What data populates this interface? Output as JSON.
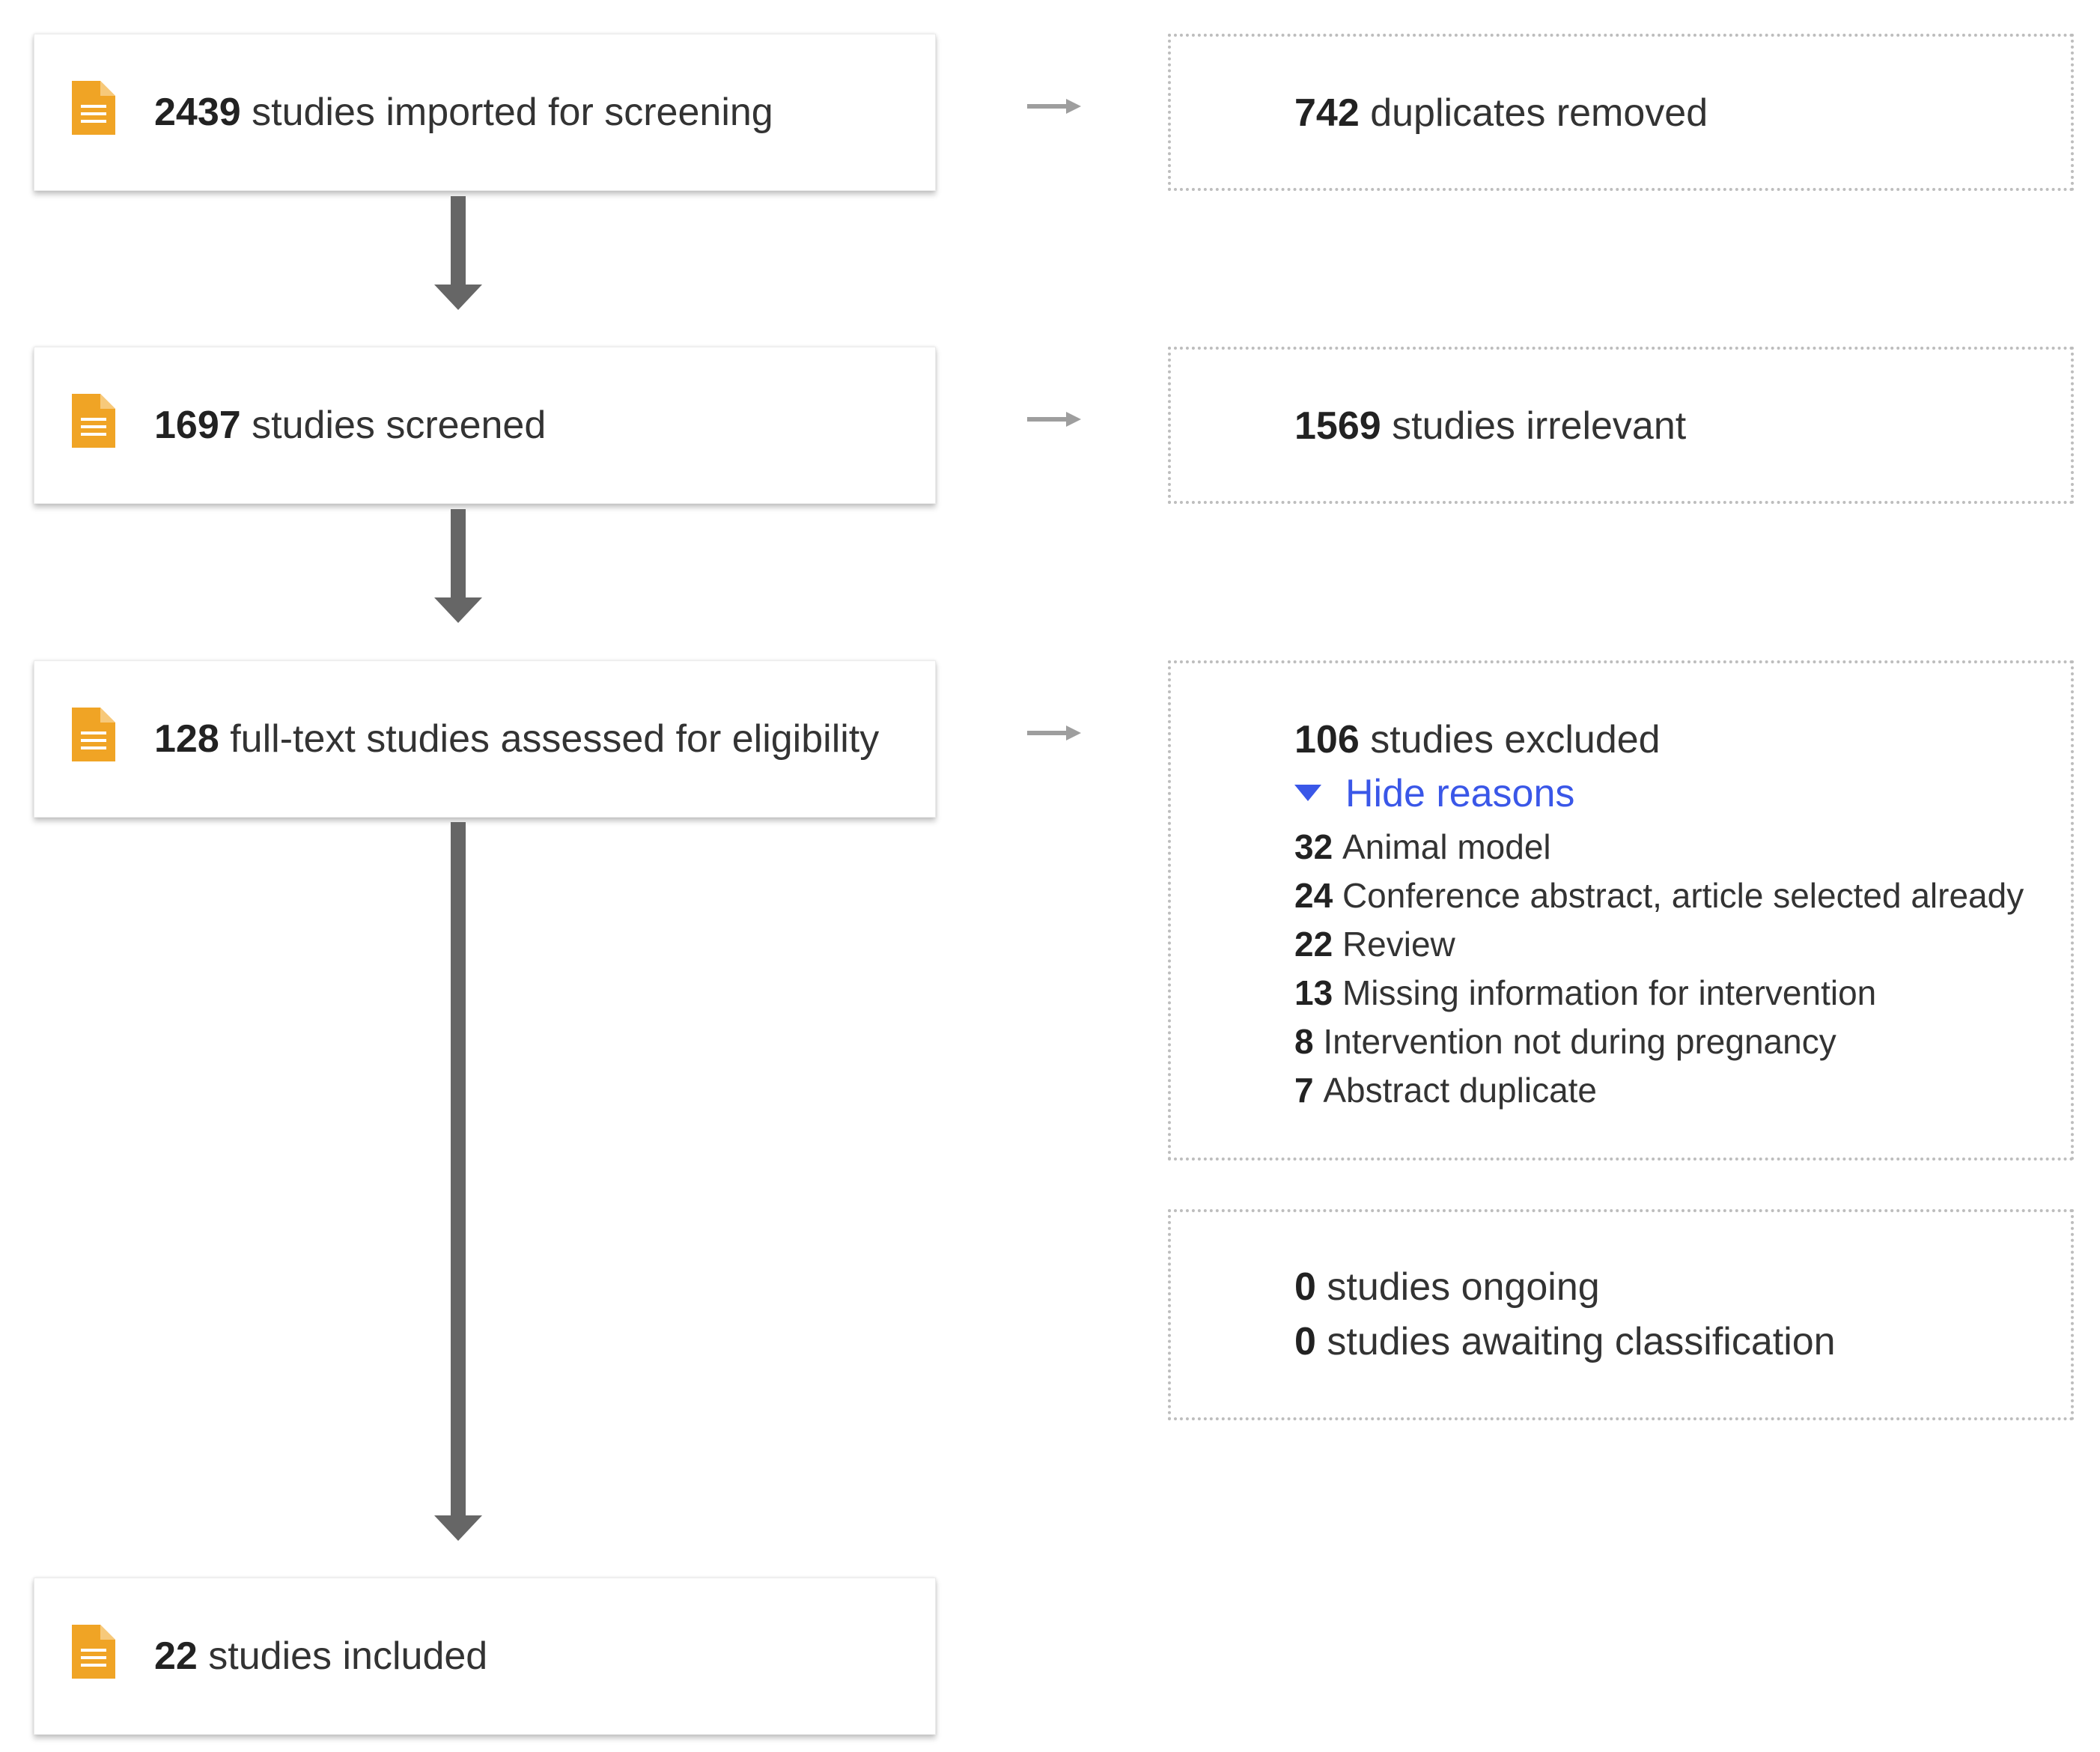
{
  "colors": {
    "doc_icon": "#f0a425",
    "arrow": "#666666",
    "side_arrow": "#9e9e9e",
    "link": "#3a57e8",
    "dashed_border": "#bdbdbd"
  },
  "icons": {
    "stage": "document-icon",
    "side": "arrow-right-icon",
    "flow": "arrow-down-icon",
    "toggle": "triangle-down-icon"
  },
  "stages": [
    {
      "count": "2439",
      "label": "studies imported for screening"
    },
    {
      "count": "1697",
      "label": "studies screened"
    },
    {
      "count": "128",
      "label": "full-text studies assessed for eligibility"
    },
    {
      "count": "22",
      "label": "studies included"
    }
  ],
  "removed": [
    {
      "count": "742",
      "label": "duplicates removed"
    },
    {
      "count": "1569",
      "label": "studies irrelevant"
    }
  ],
  "excluded": {
    "count": "106",
    "label": "studies excluded",
    "toggle_label": "Hide reasons",
    "reasons": [
      {
        "count": "32",
        "label": "Animal model"
      },
      {
        "count": "24",
        "label": "Conference abstract, article selected already"
      },
      {
        "count": "22",
        "label": "Review"
      },
      {
        "count": "13",
        "label": "Missing information for intervention"
      },
      {
        "count": "8",
        "label": "Intervention not during pregnancy"
      },
      {
        "count": "7",
        "label": "Abstract duplicate"
      }
    ]
  },
  "other": [
    {
      "count": "0",
      "label": "studies ongoing"
    },
    {
      "count": "0",
      "label": "studies awaiting classification"
    }
  ]
}
